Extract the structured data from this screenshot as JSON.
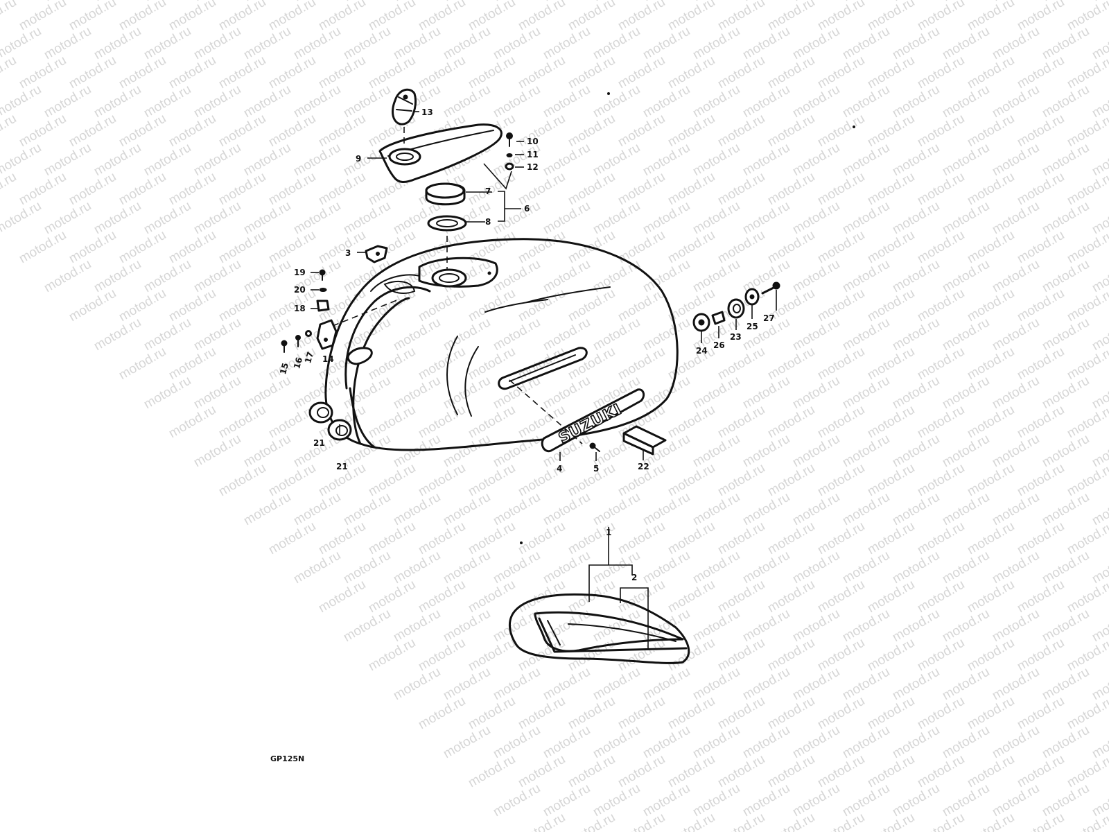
{
  "watermark_text": "motod.ru",
  "model_code": "GP125N",
  "logo_text": "SUZUKI",
  "callouts": {
    "p1": "1",
    "p2": "2",
    "p3": "3",
    "p4": "4",
    "p5": "5",
    "p6": "6",
    "p7": "7",
    "p8": "8",
    "p9": "9",
    "p10": "10",
    "p11": "11",
    "p12": "12",
    "p13": "13",
    "p14": "14",
    "p15": "15",
    "p16": "16",
    "p17": "17",
    "p18": "18",
    "p19": "19",
    "p20": "20",
    "p21a": "21",
    "p21b": "21",
    "p22": "22",
    "p23": "23",
    "p24": "24",
    "p25": "25",
    "p26": "26",
    "p27": "27"
  }
}
